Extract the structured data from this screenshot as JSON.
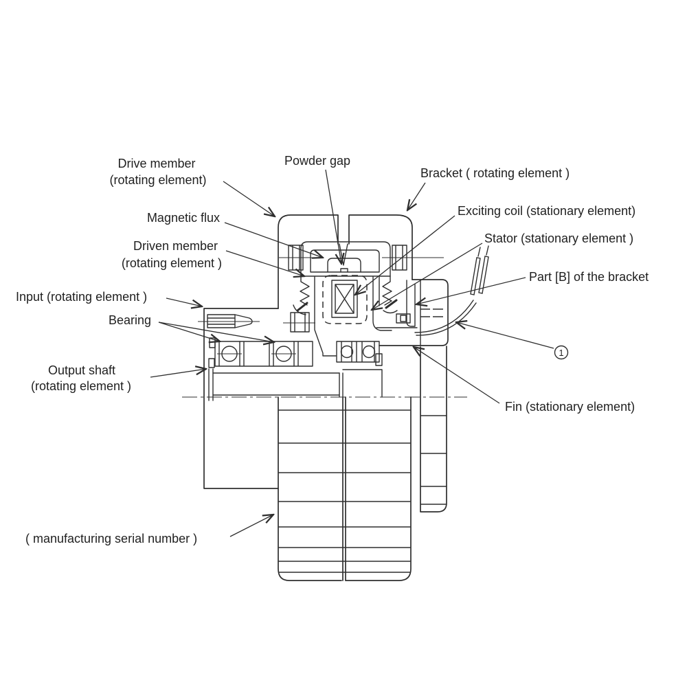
{
  "diagram": {
    "title": "Powder clutch cross-section diagram",
    "type": "technical-cross-section",
    "colors": {
      "line": "#2e2e2e",
      "text": "#1f1f1f",
      "background": "#ffffff"
    },
    "labels": {
      "drive_member_1": "Drive member",
      "drive_member_2": "(rotating element)",
      "powder_gap": "Powder gap",
      "bracket": "Bracket ( rotating element )",
      "magnetic_flux": "Magnetic flux",
      "driven_member_1": "Driven member",
      "driven_member_2": "(rotating element )",
      "exciting_coil": "Exciting coil (stationary element)",
      "stator": "Stator (stationary element )",
      "part_b": "Part [B] of the bracket",
      "input": "Input (rotating element )",
      "bearing": "Bearing",
      "output_shaft_1": "Output shaft",
      "output_shaft_2": "(rotating element )",
      "fin": "Fin (stationary element)",
      "serial_number": "( manufacturing serial number )",
      "callout_1": "1"
    }
  }
}
